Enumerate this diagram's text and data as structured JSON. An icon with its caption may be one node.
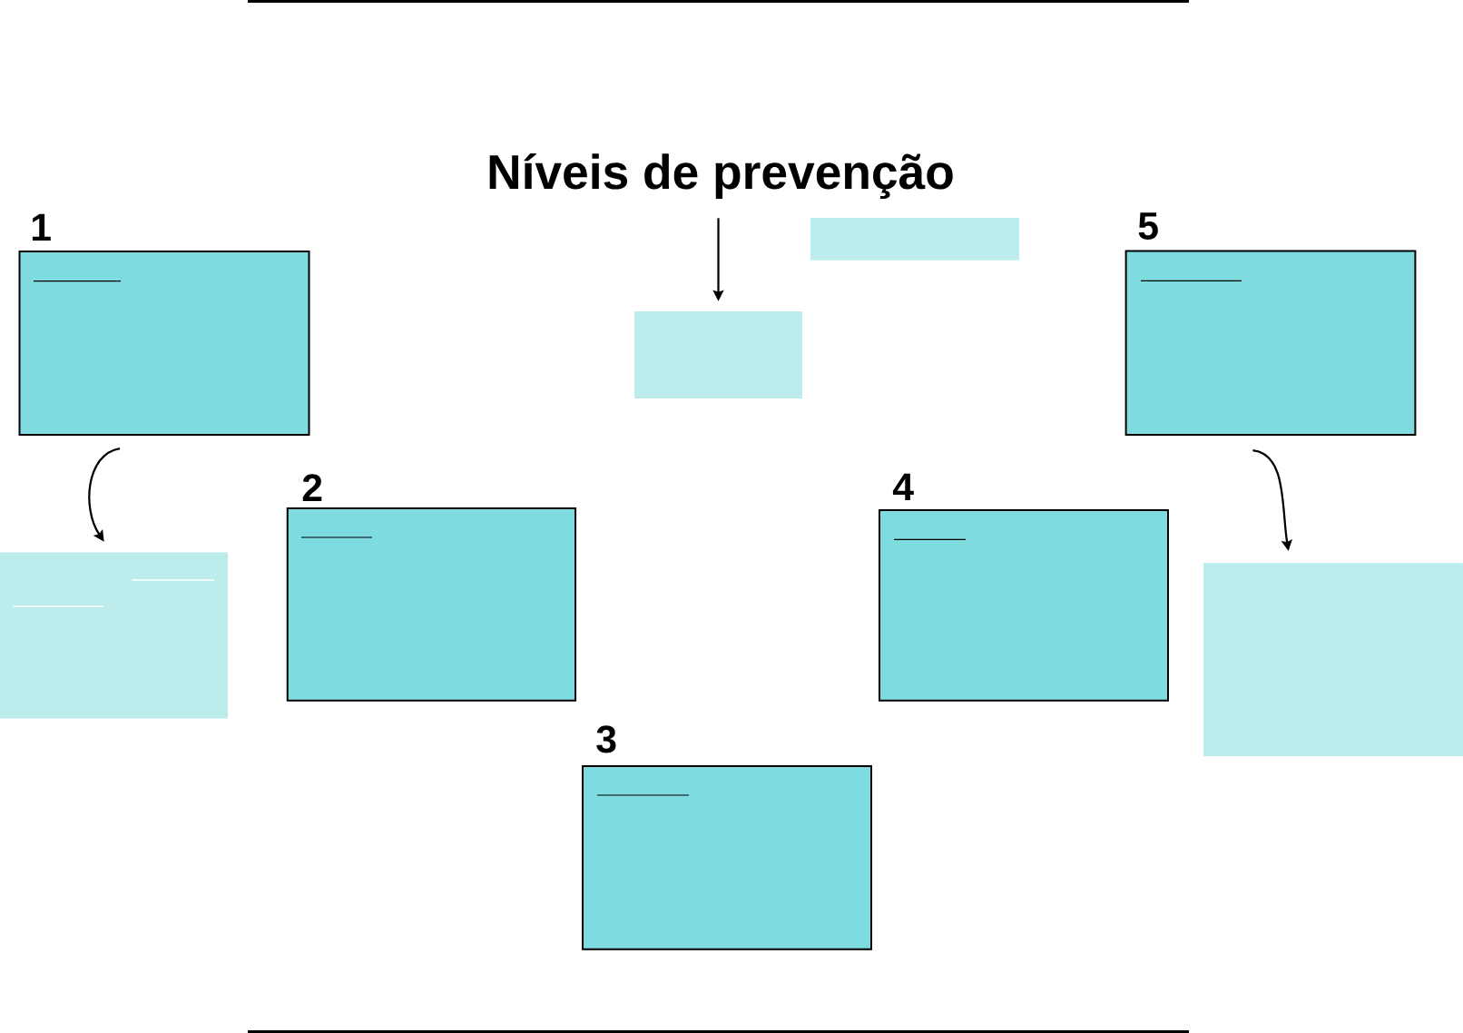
{
  "diagram": {
    "nodes": [
      {
        "text": [
          "Níveis de prevenção"
        ]
      },
      {
        "text": [
          "1"
        ]
      },
      {
        "text": [
          "2"
        ]
      },
      {
        "text": [
          "3"
        ]
      },
      {
        "text": [
          "4"
        ]
      },
      {
        "text": [
          "5"
        ]
      },
      {
        "text": [],
        "shape": "box"
      },
      {
        "text": [],
        "shape": "box"
      },
      {
        "text": [],
        "shape": "box"
      },
      {
        "text": [],
        "shape": "box"
      }
    ],
    "edges": [
      {
        "from": 0,
        "to": 7,
        "arrow": "to"
      },
      {
        "from": 1,
        "to": 6,
        "arrow": "to"
      },
      {
        "from": 5,
        "to": 9,
        "arrow": "to"
      }
    ]
  }
}
